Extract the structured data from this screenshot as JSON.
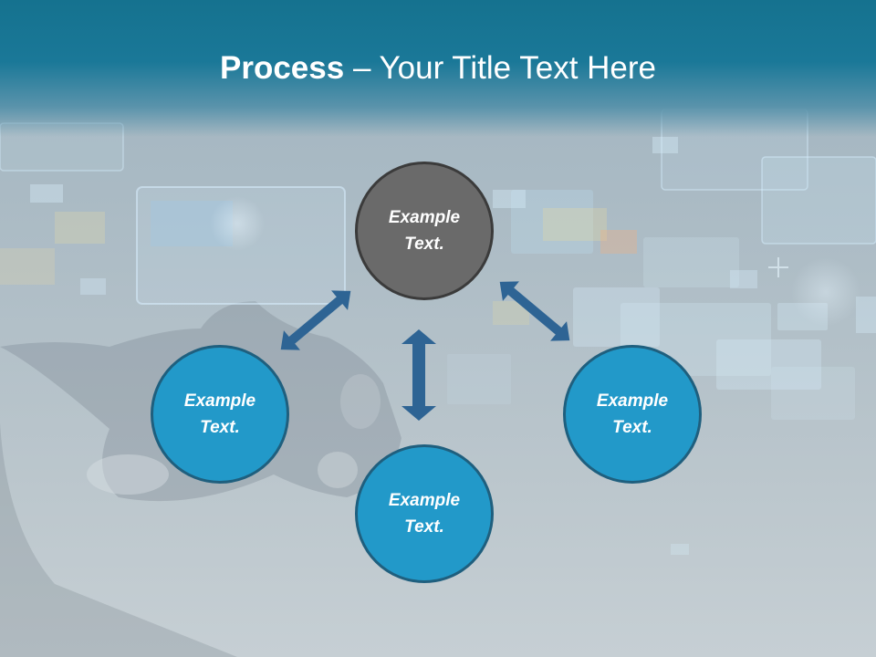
{
  "title": {
    "strong": "Process",
    "rest": " – Your Title Text Here"
  },
  "nodes": [
    {
      "id": "top",
      "label": "Example\nText."
    },
    {
      "id": "left",
      "label": "Example\nText."
    },
    {
      "id": "bottom",
      "label": "Example\nText."
    },
    {
      "id": "right",
      "label": "Example\nText."
    }
  ],
  "colors": {
    "header": "#1a7898",
    "node_fill": "#2299c9",
    "node_border": "#1f5f7e",
    "center_fill": "#6a6a6a",
    "center_border": "#3b3b3b",
    "arrow": "#2e6494"
  }
}
